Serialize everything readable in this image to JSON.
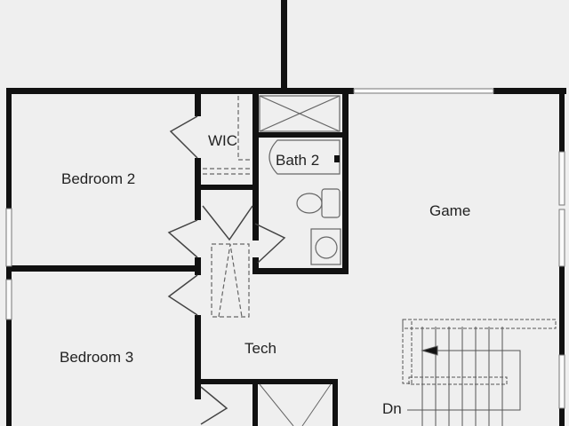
{
  "rooms": {
    "bedroom2": "Bedroom 2",
    "wic": "WIC",
    "bath2": "Bath 2",
    "game": "Game",
    "bedroom3": "Bedroom 3",
    "tech": "Tech",
    "stairs": "Dn"
  },
  "colors": {
    "wall": "#111111",
    "background": "#efefef",
    "fixture": "#555555"
  }
}
